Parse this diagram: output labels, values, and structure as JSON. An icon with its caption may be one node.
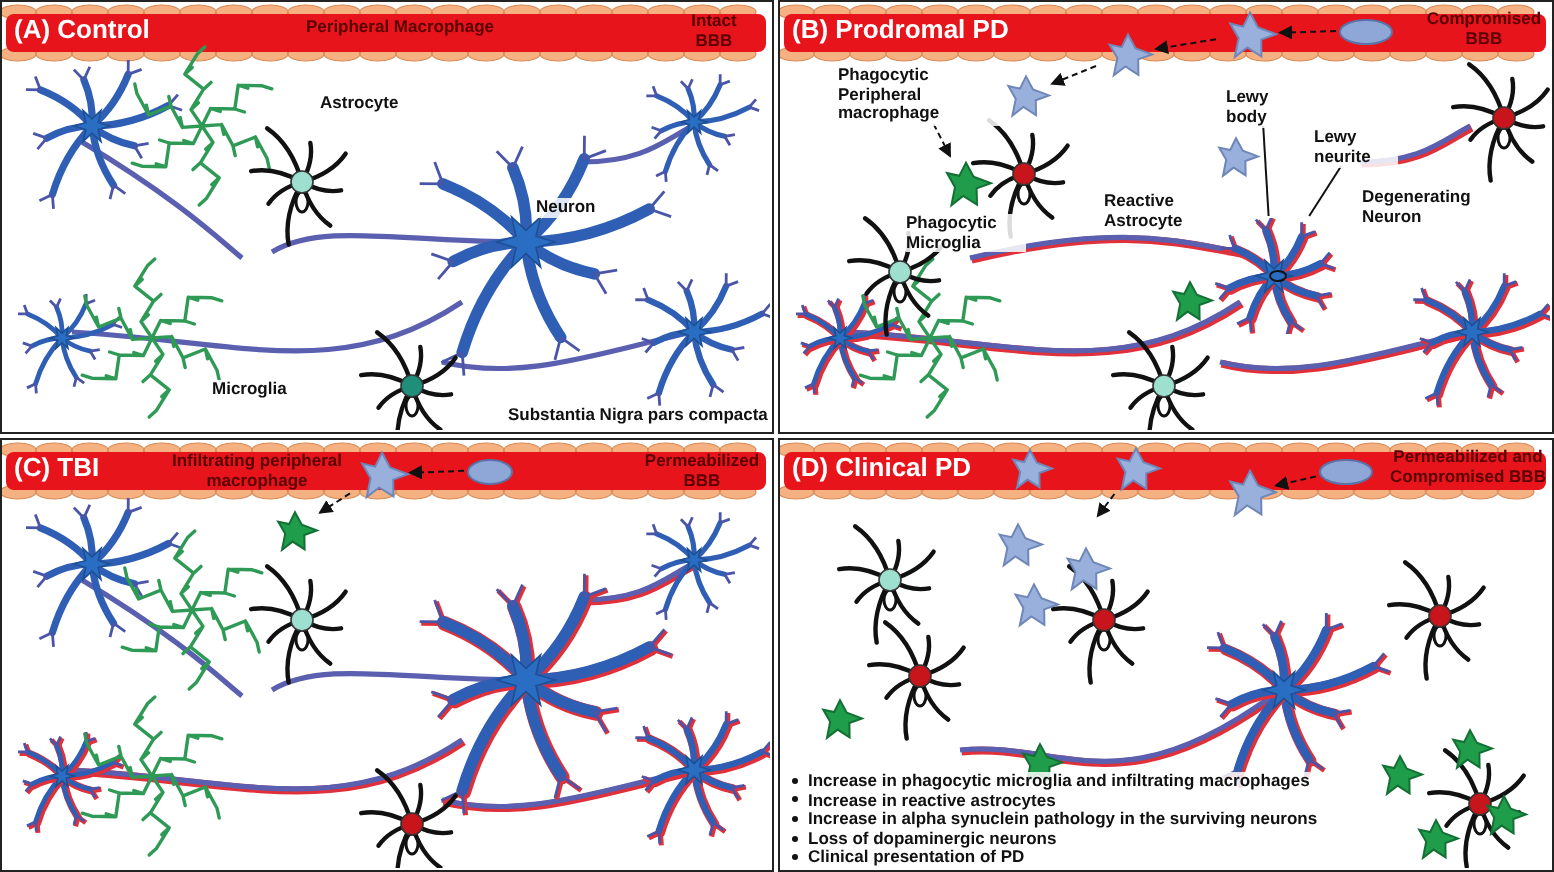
{
  "diagram": {
    "nodes": [
      {
        "text": [
          "(A) Control"
        ]
      },
      {
        "text": [
          "(B) Prodromal PD"
        ]
      },
      {
        "text": [],
        "shape": "circle",
        "in": 1
      },
      {
        "text": [],
        "shape": "picture",
        "in": 1
      },
      {
        "text": [],
        "shape": "picture",
        "in": 1
      },
      {
        "text": [
          "Phagocytic Peripheral macrophage"
        ],
        "in": 1
      },
      {
        "text": [],
        "shape": "picture",
        "in": 1
      },
      {
        "text": [],
        "shape": "picture",
        "in": 1,
        "beside": [
          "Phagocytic Microglia"
        ]
      },
      {
        "text": [
          "Lewy body"
        ],
        "in": 1
      },
      {
        "text": [
          "Lewy neurite"
        ],
        "in": 1
      },
      {
        "text": [],
        "shape": "picture",
        "in": 1,
        "beside": [
          "Degenerating Neuron"
        ]
      },
      {
        "text": [
          "(C) TBI"
        ]
      },
      {
        "text": [],
        "shape": "circle",
        "in": 11
      },
      {
        "text": [],
        "shape": "picture",
        "in": 11,
        "beside": [
          "Infiltrating peripheral macrophage"
        ]
      },
      {
        "text": [],
        "shape": "picture",
        "in": 11
      },
      {
        "text": [
          "(D) Clinical PD"
        ]
      },
      {
        "text": [],
        "shape": "circle",
        "in": 15
      },
      {
        "text": [],
        "shape": "picture",
        "in": 15
      },
      {
        "text": [],
        "shape": "picture",
        "in": 15
      },
      {
        "text": [],
        "shape": "picture",
        "in": 15
      }
    ],
    "edges": [
      {
        "from": 2,
        "to": 3,
        "arrow": "to",
        "style": "dashed"
      },
      {
        "from": 3,
        "to": 4,
        "arrow": "to",
        "style": "dashed"
      },
      {
        "from": 4,
        "to": 6,
        "arrow": "to",
        "style": "dashed"
      },
      {
        "from": 5,
        "to": 7,
        "arrow": "to",
        "style": "dashed"
      },
      {
        "from": 8,
        "to": 10,
        "arrow": "none"
      },
      {
        "from": 9,
        "to": 10,
        "arrow": "none"
      },
      {
        "from": 12,
        "to": 13,
        "arrow": "to",
        "style": "dashed"
      },
      {
        "from": 13,
        "to": 14,
        "arrow": "to",
        "style": "dashed"
      },
      {
        "from": 16,
        "to": 17,
        "arrow": "to",
        "style": "dashed"
      },
      {
        "from": 18,
        "to": 19,
        "arrow": "to",
        "style": "dashed"
      }
    ],
    "labels": [
      "Peripheral Macrophage",
      "Intact BBB",
      "Astrocyte",
      "Neuron",
      "Microglia",
      "Substantia Nigra pars compacta",
      "Compromised BBB",
      "Reactive Astrocyte",
      "Permeabilized BBB",
      "Permeabilized and Compromised BBB",
      "Increase in phagocytic microglia and infiltrating macrophages",
      "Increase in reactive astrocytes",
      "Increase in alpha synuclein pathology in the surviving neurons",
      "Loss of dopaminergic neurons",
      "Clinical presentation of PD"
    ]
  }
}
